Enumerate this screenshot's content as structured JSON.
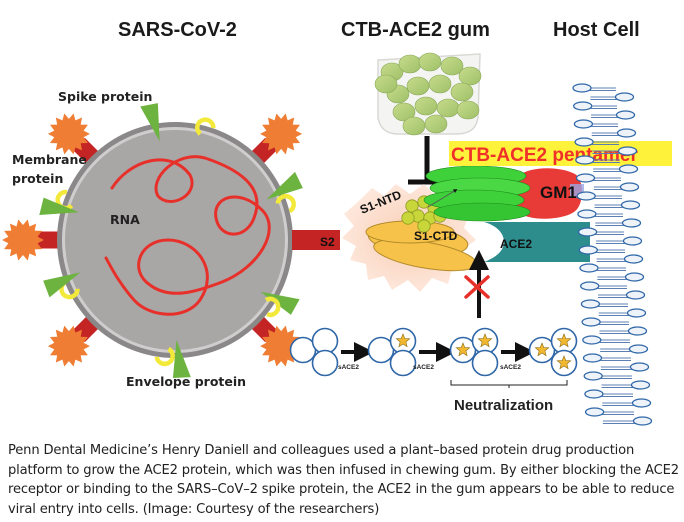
{
  "figure": {
    "titles": {
      "virus": "SARS-CoV-2",
      "gum": "CTB-ACE2 gum",
      "host": "Host Cell"
    },
    "labels": {
      "spike_protein": "Spike protein",
      "membrane_protein_line1": "Membrane",
      "membrane_protein_line2": "protein",
      "rna": "RNA",
      "envelope_protein": "Envelope protein",
      "s2": "S2",
      "s1_ntd": "S1-NTD",
      "s1_ctd": "S1-CTD",
      "ace2": "ACE2",
      "gm1": "GM1",
      "pentamer": "CTB-ACE2 pentamer",
      "sace2": [
        "sACE2",
        "sACE2",
        "sACE2"
      ],
      "neutralization": "Neutralization"
    },
    "colors": {
      "virus_body": "#a9a6a6",
      "virus_rim": "#6d6b6b",
      "rna": "#e8302b",
      "spike_stalk": "#c42424",
      "spike_head": "#ef7d33",
      "membrane_protein": "#6db33f",
      "envelope_protein": "#f3e93a",
      "ace2": "#2d8c8c",
      "gm1": "#e83a36",
      "ctb": "#3ed13a",
      "s1_ctd": "#f6c24a",
      "s1_ntd": "#c8d63a",
      "pentamer_text": "#f0312a",
      "pentamer_highlight": "#fff23a",
      "block_x": "#e8302b",
      "neutral_circle": "#2f67a8",
      "star": "#f2b830",
      "membrane_head": "#2f67a8"
    }
  },
  "caption": {
    "text": "Penn Dental Medicine’s Henry Daniell and colleagues used a plant–based protein drug production platform to grow the ACE2 protein, which was then infused in chewing gum. By either blocking the ACE2 receptor or binding to the SARS–CoV–2 spike protein, the ACE2 in the gum appears to be able to reduce viral entry into cells. (Image: Courtesy of the researchers)"
  }
}
